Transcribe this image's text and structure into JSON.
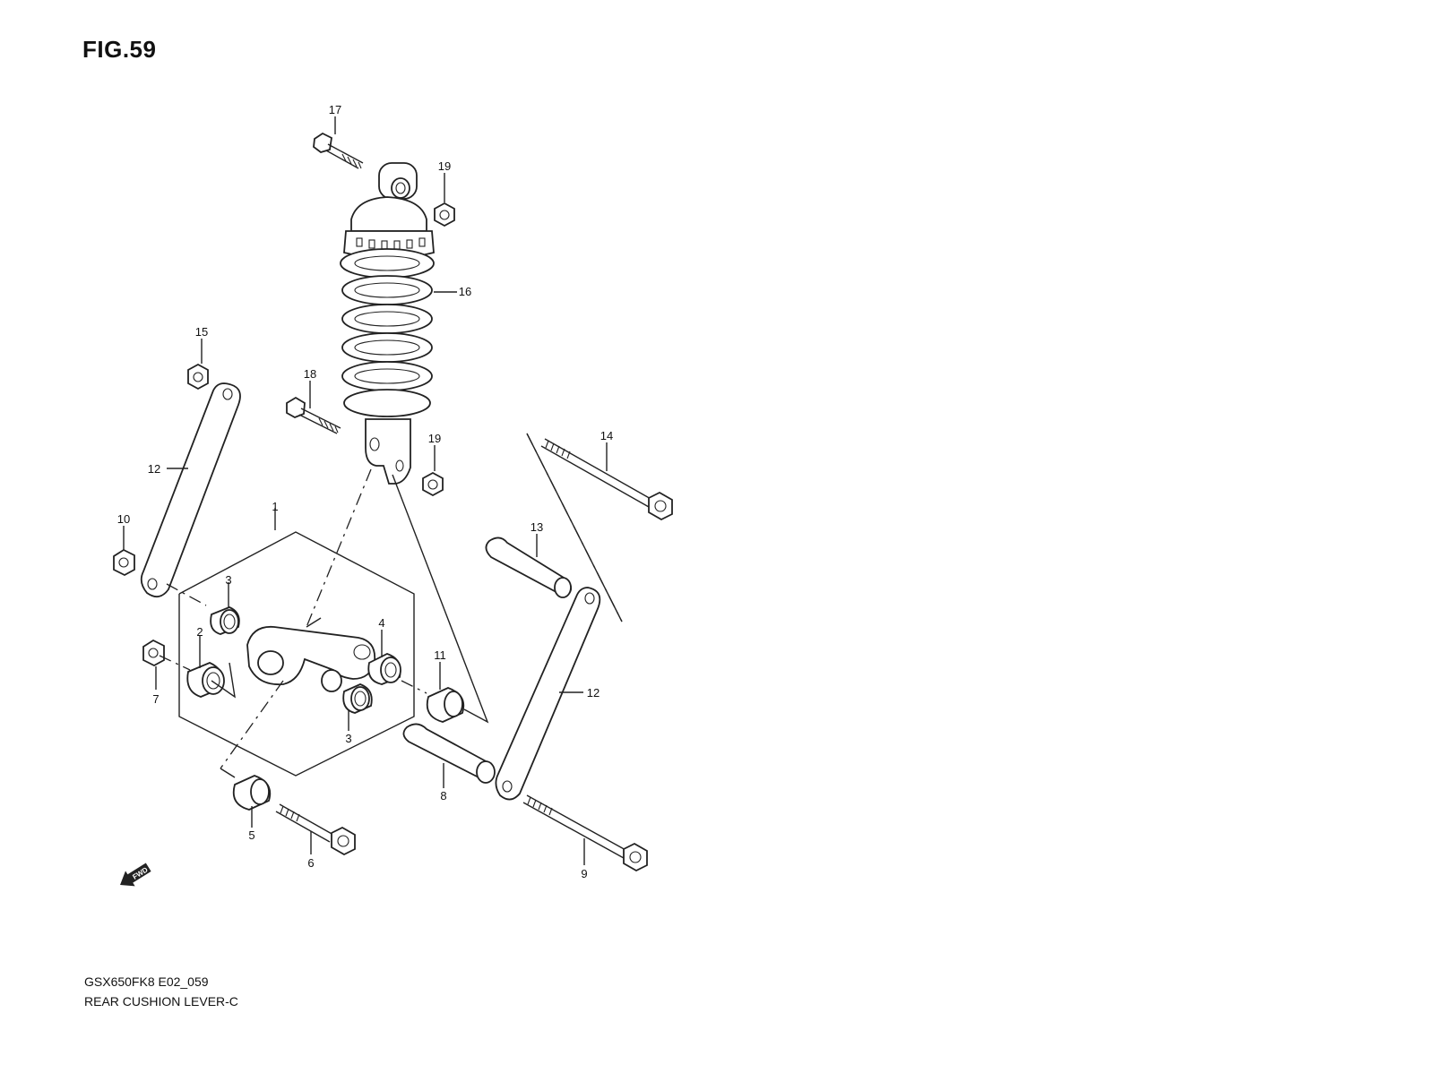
{
  "figure": {
    "title": "FIG.59"
  },
  "footer": {
    "code": "GSX650FK8 E02_059",
    "name": "REAR CUSHION LEVER-C"
  },
  "fwd_label": "FWD",
  "callouts": {
    "c1": "1",
    "c2": "2",
    "c3a": "3",
    "c3b": "3",
    "c4": "4",
    "c5": "5",
    "c6": "6",
    "c7": "7",
    "c8": "8",
    "c9": "9",
    "c10": "10",
    "c11": "11",
    "c12a": "12",
    "c12b": "12",
    "c13": "13",
    "c14": "14",
    "c15": "15",
    "c16": "16",
    "c17": "17",
    "c18": "18",
    "c19a": "19",
    "c19b": "19"
  }
}
